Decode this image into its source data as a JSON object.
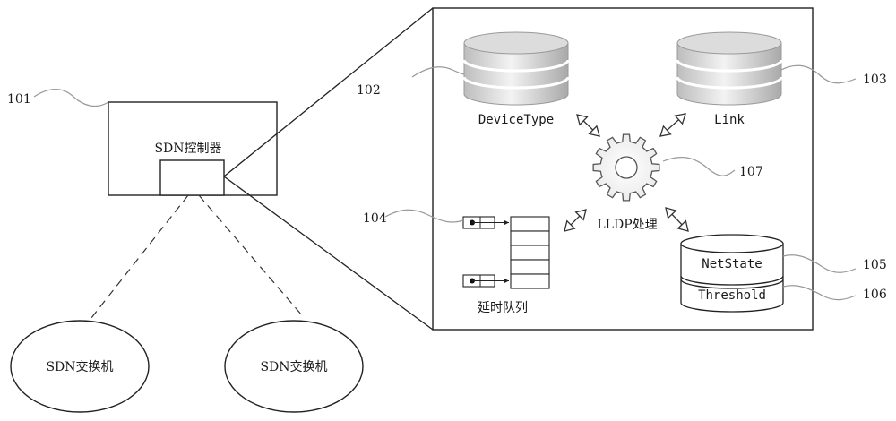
{
  "controller": {
    "label": "SDN控制器",
    "ref": "101"
  },
  "zoom_ref": "102",
  "switches": [
    {
      "label": "SDN交换机"
    },
    {
      "label": "SDN交换机"
    }
  ],
  "databases": {
    "device_type": {
      "label": "DeviceType"
    },
    "link": {
      "label": "Link",
      "ref": "103"
    }
  },
  "processor": {
    "label": "LLDP处理",
    "ref": "107"
  },
  "delay_queue": {
    "label": "延时队列",
    "ref": "104"
  },
  "state_store": {
    "netstate": {
      "label": "NetState",
      "ref": "105"
    },
    "threshold": {
      "label": "Threshold",
      "ref": "106"
    }
  }
}
